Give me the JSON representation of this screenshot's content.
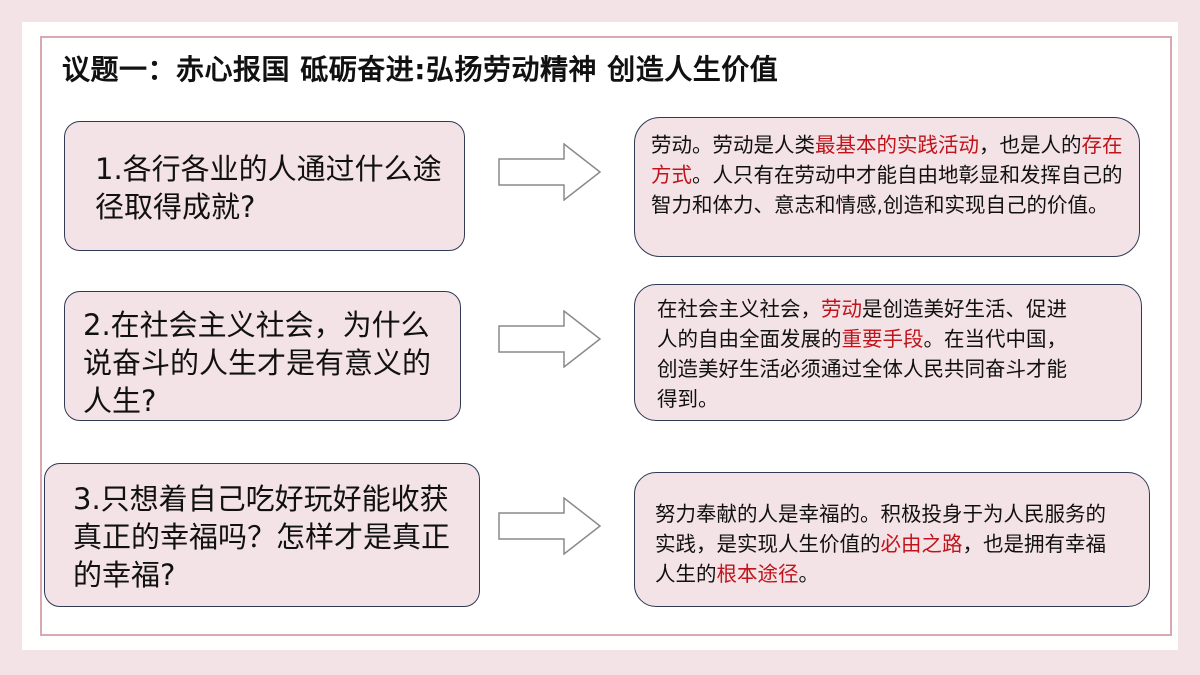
{
  "title": "议题一：赤心报国  砥砺奋进:弘扬劳动精神  创造人生价值",
  "questions": [
    "1.各行各业的人通过什么途径取得成就?",
    "2.在社会主义社会，为什么说奋斗的人生才是有意义的人生?",
    "3.只想着自己吃好玩好能收获真正的幸福吗？怎样才是真正的幸福?"
  ],
  "answers": [
    {
      "t1": "劳动。劳动是人类",
      "r1": "最基本的实践活动",
      "t2": "，也是人的",
      "r2": "存在方式",
      "t3": "。人只有在劳动中才能自由地彰显和发挥自己的智力和体力、意志和情感,创造和实现自己的价值。"
    },
    {
      "t1": "在社会主义社会，",
      "r1": "劳动",
      "t2": "是创造美好生活、促进人的自由全面发展的",
      "r2": "重要手段",
      "t3": "。在当代中国，创造美好生活必须通过全体人民共同奋斗才能得到。"
    },
    {
      "t1": "努力奉献的人是幸福的。积极投身于为人民服务的实践，是实现人生价值的",
      "r1": "必由之路",
      "t2": "，也是拥有幸福人生的",
      "r2": "根本途径",
      "t3": "。"
    }
  ],
  "colors": {
    "highlight": "#c0141c",
    "box_fill": "#f4e3e6",
    "border": "#2f3a55",
    "frame": "#d9a9b1"
  }
}
